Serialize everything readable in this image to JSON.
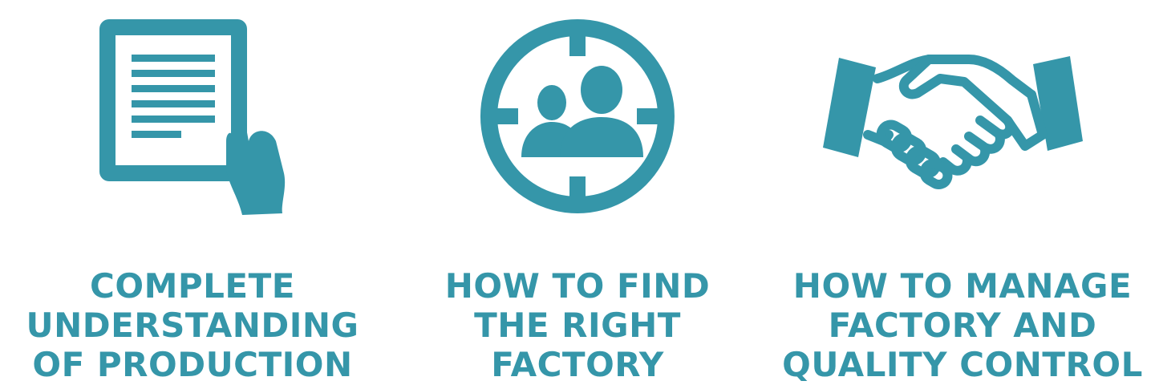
{
  "colors": {
    "accent": "#3596a9",
    "background": "#ffffff"
  },
  "features": [
    {
      "icon": "tablet-document-in-hand-icon",
      "title_lines": [
        "COMPLETE",
        "UNDERSTANDING",
        "OF PRODUCTION"
      ]
    },
    {
      "icon": "target-people-icon",
      "title_lines": [
        "HOW TO FIND",
        "THE RIGHT",
        "FACTORY"
      ]
    },
    {
      "icon": "handshake-icon",
      "title_lines": [
        "HOW TO MANAGE",
        "FACTORY AND",
        "QUALITY CONTROL"
      ]
    }
  ]
}
